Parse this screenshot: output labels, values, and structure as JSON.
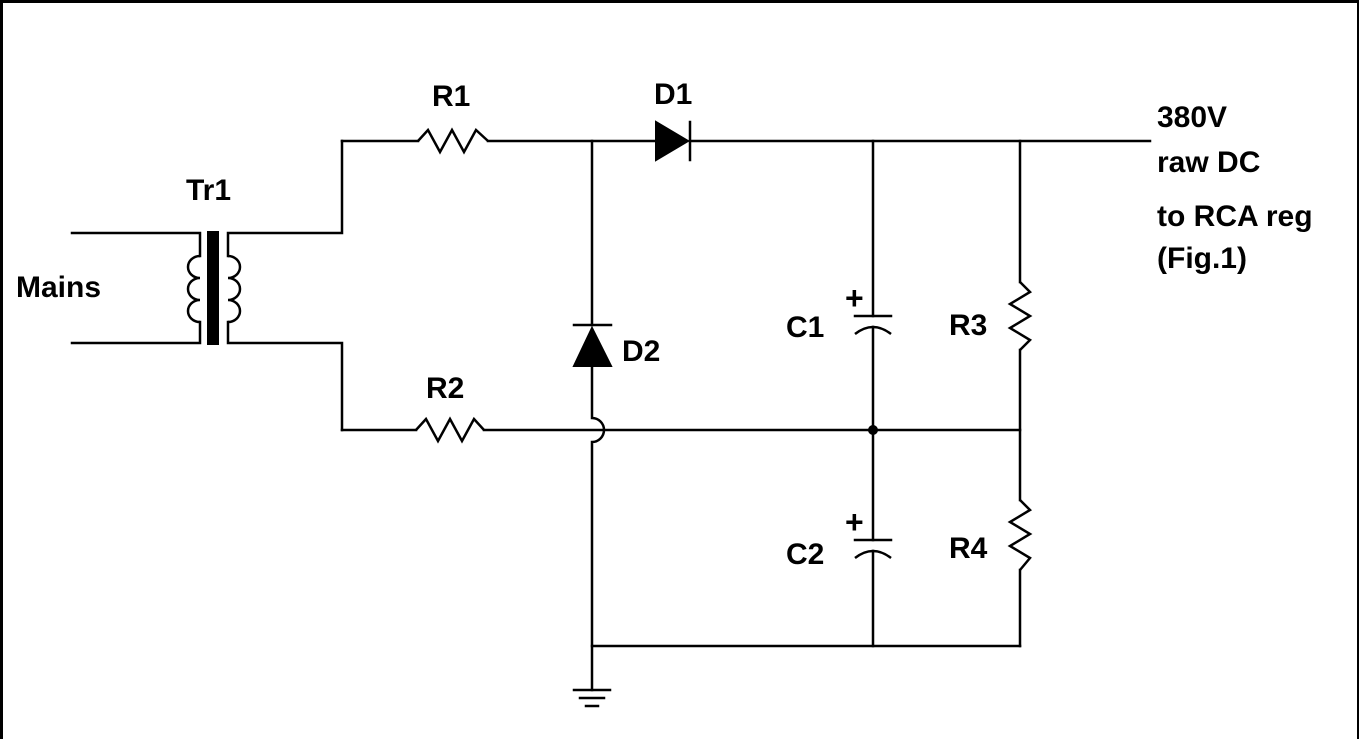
{
  "diagram": {
    "labels": {
      "mains": "Mains",
      "tr1": "Tr1",
      "r1": "R1",
      "r2": "R2",
      "r3": "R3",
      "r4": "R4",
      "d1": "D1",
      "d2": "D2",
      "c1": "C1",
      "c2": "C2",
      "c1_polarity": "+",
      "c2_polarity": "+"
    },
    "output": {
      "line1": "380V",
      "line2": "raw DC",
      "line3": "to RCA reg",
      "line4": "(Fig.1)"
    }
  }
}
